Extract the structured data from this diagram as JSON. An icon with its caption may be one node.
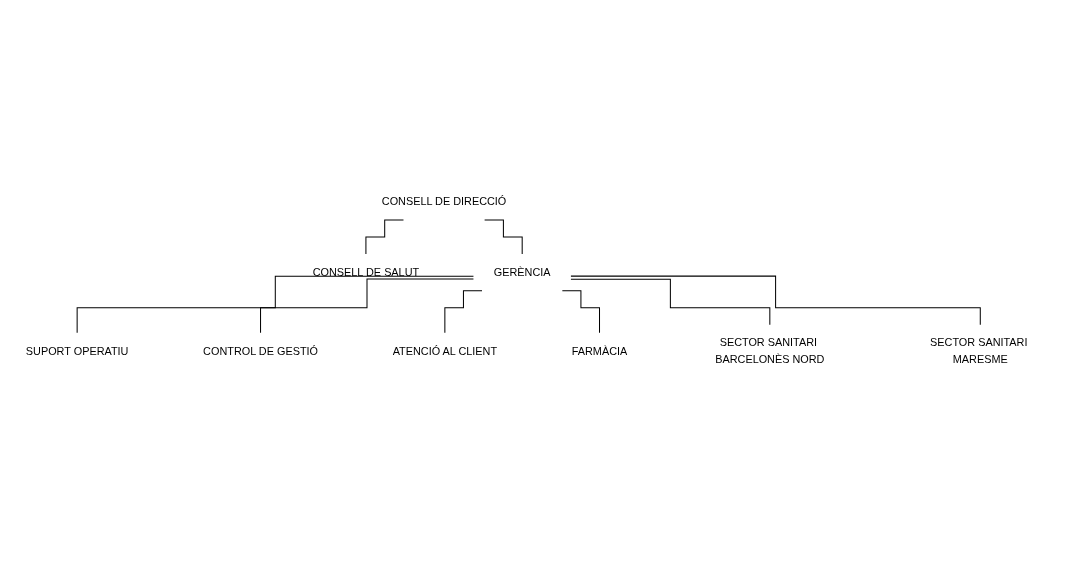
{
  "diagram": {
    "nodes": [
      {
        "text": [
          "CONSELL DE DIRECCIÓ"
        ]
      },
      {
        "text": [
          "CONSELL DE SALUT"
        ]
      },
      {
        "text": [
          "GERÈNCIA"
        ]
      },
      {
        "text": [
          "SUPORT OPERATIU"
        ]
      },
      {
        "text": [
          "CONTROL DE GESTIÓ"
        ]
      },
      {
        "text": [
          "ATENCIÓ AL CLIENT"
        ]
      },
      {
        "text": [
          "FARMÀCIA"
        ]
      },
      {
        "text": [
          "SECTOR SANITARI BARCELONÈS NORD"
        ]
      },
      {
        "text": [
          "SECTOR SANITARI MARESME"
        ]
      }
    ],
    "edges": [
      {
        "from": 0,
        "to": 1,
        "arrow": "none"
      },
      {
        "from": 0,
        "to": 2,
        "arrow": "none"
      },
      {
        "from": 2,
        "to": 3,
        "arrow": "none"
      },
      {
        "from": 2,
        "to": 4,
        "arrow": "none"
      },
      {
        "from": 2,
        "to": 5,
        "arrow": "none"
      },
      {
        "from": 2,
        "to": 6,
        "arrow": "none"
      },
      {
        "from": 2,
        "to": 7,
        "arrow": "none"
      },
      {
        "from": 2,
        "to": 8,
        "arrow": "none"
      }
    ]
  }
}
